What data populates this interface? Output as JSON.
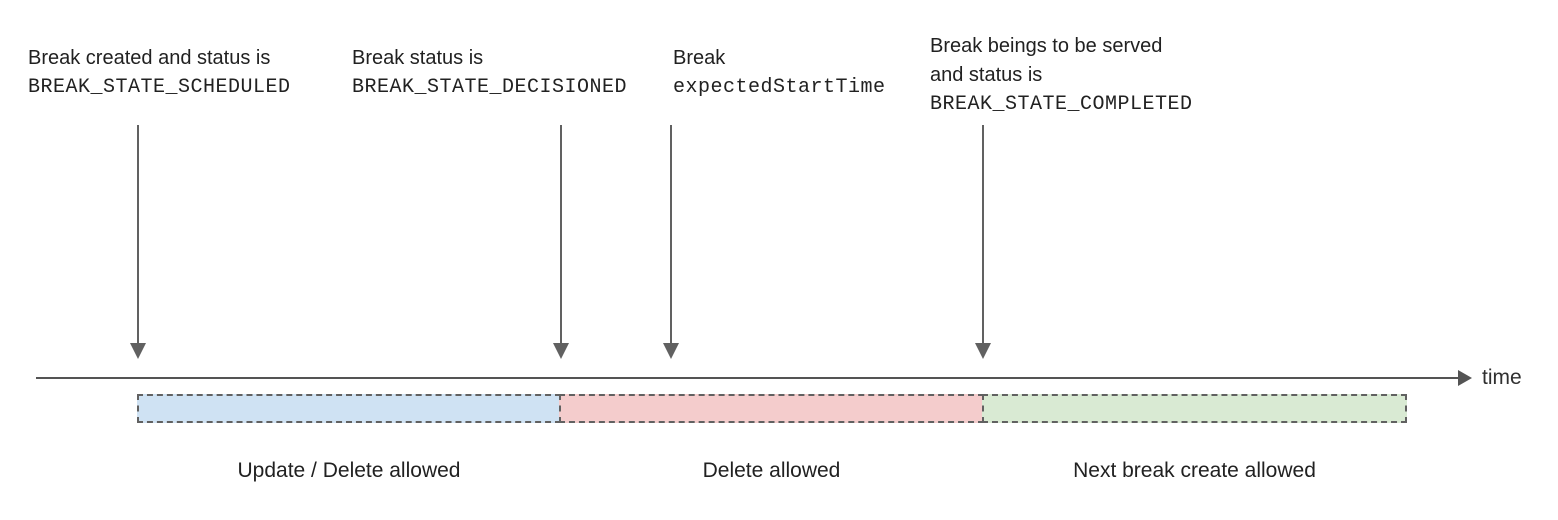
{
  "annotations": [
    {
      "lines": [
        "Break created and status is",
        "BREAK_STATE_SCHEDULED"
      ]
    },
    {
      "lines": [
        "Break status is",
        "BREAK_STATE_DECISIONED"
      ]
    },
    {
      "lines": [
        "Break",
        "expectedStartTime"
      ]
    },
    {
      "lines": [
        "Break beings to be served",
        "and status is",
        "BREAK_STATE_COMPLETED"
      ]
    }
  ],
  "timeline": {
    "label": "time"
  },
  "segments": [
    {
      "label": "Update / Delete allowed",
      "fill": "#cfe2f3"
    },
    {
      "label": "Delete allowed",
      "fill": "#f4cccc"
    },
    {
      "label": "Next break create allowed",
      "fill": "#d9ead3"
    }
  ],
  "colors": {
    "arrow": "#616161",
    "axis": "#545454",
    "dashed_border": "#616161",
    "text": "#212121"
  }
}
